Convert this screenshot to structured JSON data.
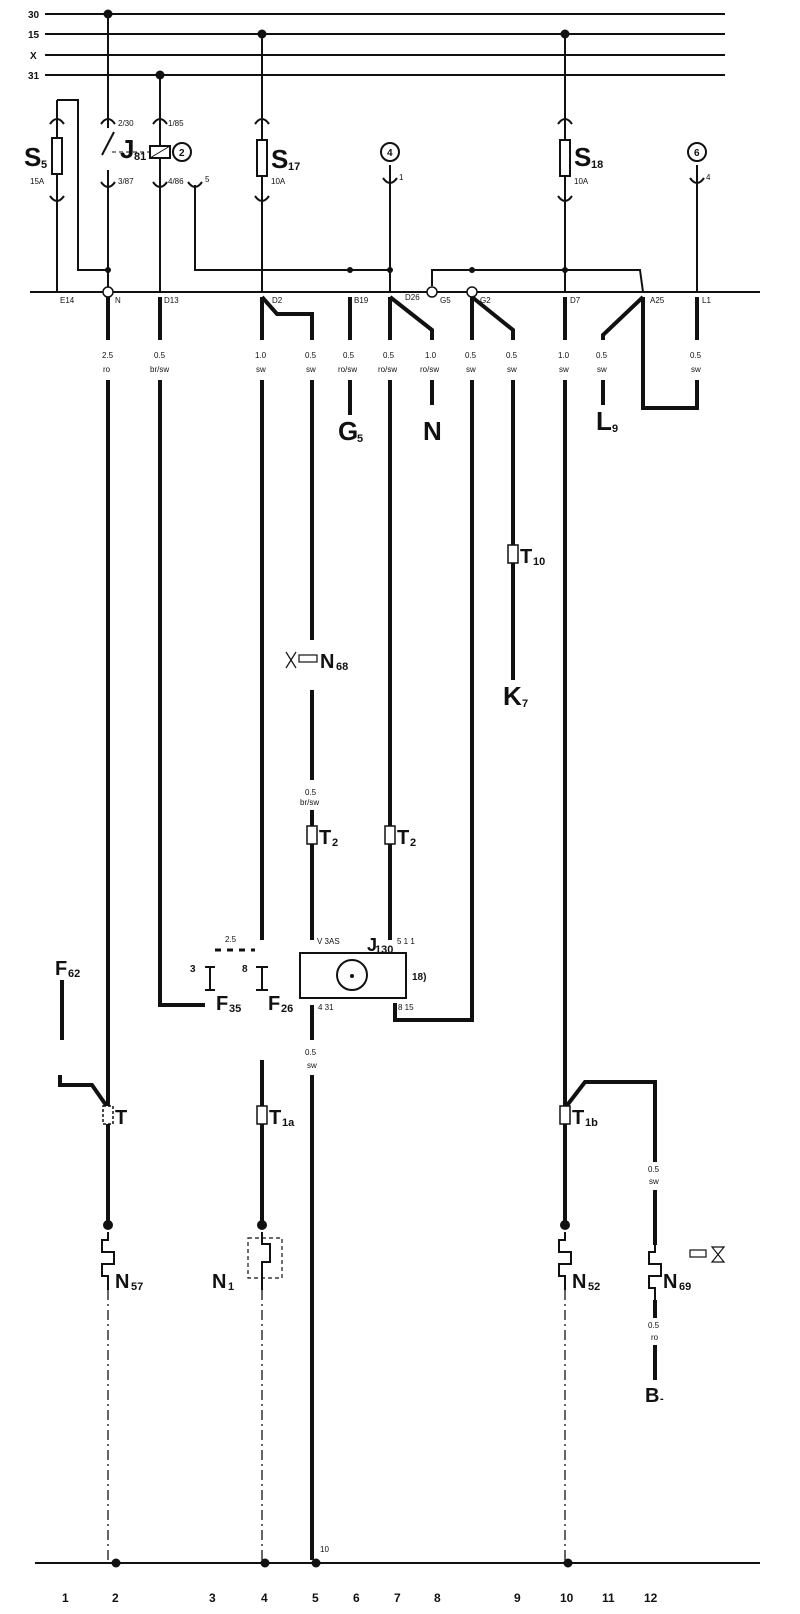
{
  "bus": {
    "b30": "30",
    "b15": "15",
    "bx": "X",
    "b31": "31"
  },
  "relay": {
    "name": "J",
    "sub": "81",
    "t1": "2/30",
    "t2": "3/87",
    "t3": "1/85",
    "t4": "4/86",
    "ref": "2",
    "t5": "5"
  },
  "fuses": {
    "s5": {
      "name": "S",
      "sub": "5",
      "rating": "15A"
    },
    "s17": {
      "name": "S",
      "sub": "17",
      "rating": "10A"
    },
    "s18": {
      "name": "S",
      "sub": "18",
      "rating": "10A"
    }
  },
  "refs": {
    "r4": "4",
    "r4_term": "1",
    "r6": "6",
    "r6_term": "4"
  },
  "connectors": [
    "E14",
    "N",
    "D13",
    "D2",
    "B19",
    "D26",
    "G5",
    "G2",
    "D7",
    "A25",
    "L1"
  ],
  "wires": [
    {
      "size": "2.5",
      "color": "ro"
    },
    {
      "size": "0.5",
      "color": "br/sw"
    },
    {
      "size": "1.0",
      "color": "sw"
    },
    {
      "size": "0.5",
      "color": "sw"
    },
    {
      "size": "0.5",
      "color": "ro/sw"
    },
    {
      "size": "0.5",
      "color": "ro/sw"
    },
    {
      "size": "1.0",
      "color": "ro/sw"
    },
    {
      "size": "0.5",
      "color": "sw"
    },
    {
      "size": "0.5",
      "color": "sw"
    },
    {
      "size": "1.0",
      "color": "sw"
    },
    {
      "size": "0.5",
      "color": "sw"
    },
    {
      "size": "0.5",
      "color": "sw"
    }
  ],
  "components": {
    "g5": {
      "name": "G",
      "sub": "5"
    },
    "n": {
      "name": "N"
    },
    "l9": {
      "name": "L",
      "sub": "9"
    },
    "t10": {
      "name": "T",
      "sub": "10"
    },
    "k7": {
      "name": "K",
      "sub": "7"
    },
    "n68": {
      "name": "N",
      "sub": "68"
    },
    "n68_wire": {
      "size": "0.5",
      "color": "br/sw"
    },
    "t2a": {
      "name": "T",
      "sub": "2"
    },
    "t2b": {
      "name": "T",
      "sub": "2"
    },
    "j130": {
      "name": "J",
      "sub": "130",
      "pin_tl": "V 3AS",
      "pin_tr": "5 1 1",
      "pin_bl": "4 31",
      "pin_br": "8 15",
      "ref": "18)"
    },
    "f35": {
      "name": "F",
      "sub": "35",
      "pin": "3"
    },
    "f26": {
      "name": "F",
      "sub": "26",
      "pin": "8",
      "wire": "2.5"
    },
    "f62": {
      "name": "F",
      "sub": "62"
    },
    "t": {
      "name": "T"
    },
    "t1a": {
      "name": "T",
      "sub": "1a"
    },
    "t1b": {
      "name": "T",
      "sub": "1b"
    },
    "n57": {
      "name": "N",
      "sub": "57"
    },
    "n1": {
      "name": "N",
      "sub": "1"
    },
    "n52": {
      "name": "N",
      "sub": "52"
    },
    "n69": {
      "name": "N",
      "sub": "69"
    },
    "n69_wire_top": {
      "size": "0.5",
      "color": "sw"
    },
    "n69_wire_bot": {
      "size": "0.5",
      "color": "ro"
    },
    "b": {
      "name": "B",
      "sub": "-"
    },
    "col5_wire": {
      "size": "0.5",
      "color": "sw"
    },
    "ground_ref": "10"
  },
  "columns": [
    "1",
    "2",
    "3",
    "4",
    "5",
    "6",
    "7",
    "8",
    "9",
    "10",
    "11",
    "12"
  ]
}
